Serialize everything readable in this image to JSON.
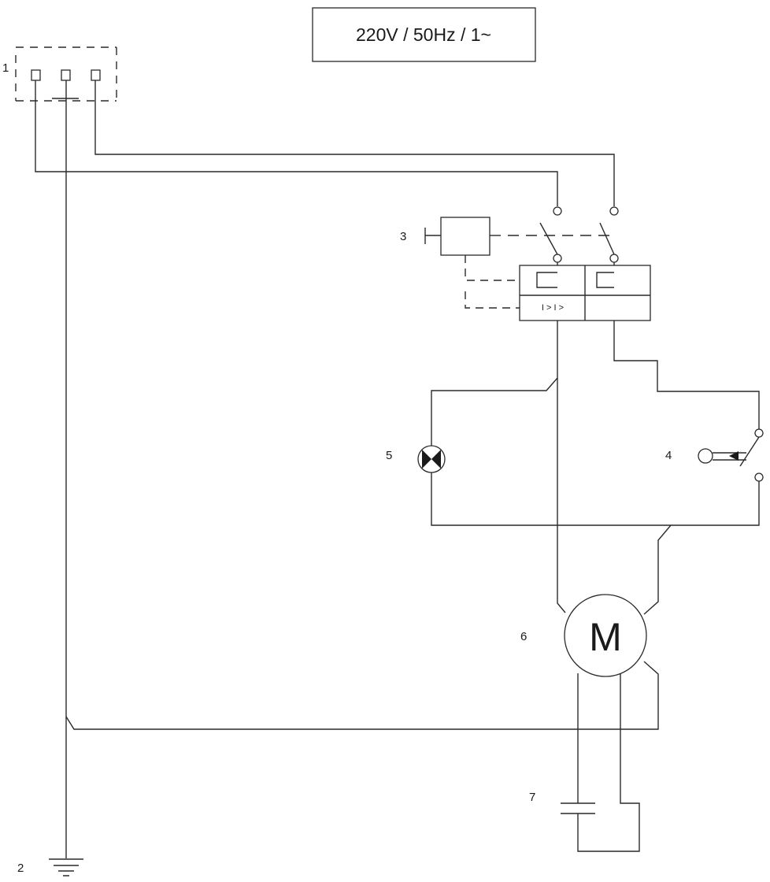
{
  "supply_label": "220V / 50Hz / 1~",
  "breaker_marking": "I > I >",
  "motor_symbol": "M",
  "components": [
    {
      "number": "1"
    },
    {
      "number": "2"
    },
    {
      "number": "3"
    },
    {
      "number": "4"
    },
    {
      "number": "5"
    },
    {
      "number": "6"
    },
    {
      "number": "7"
    }
  ]
}
